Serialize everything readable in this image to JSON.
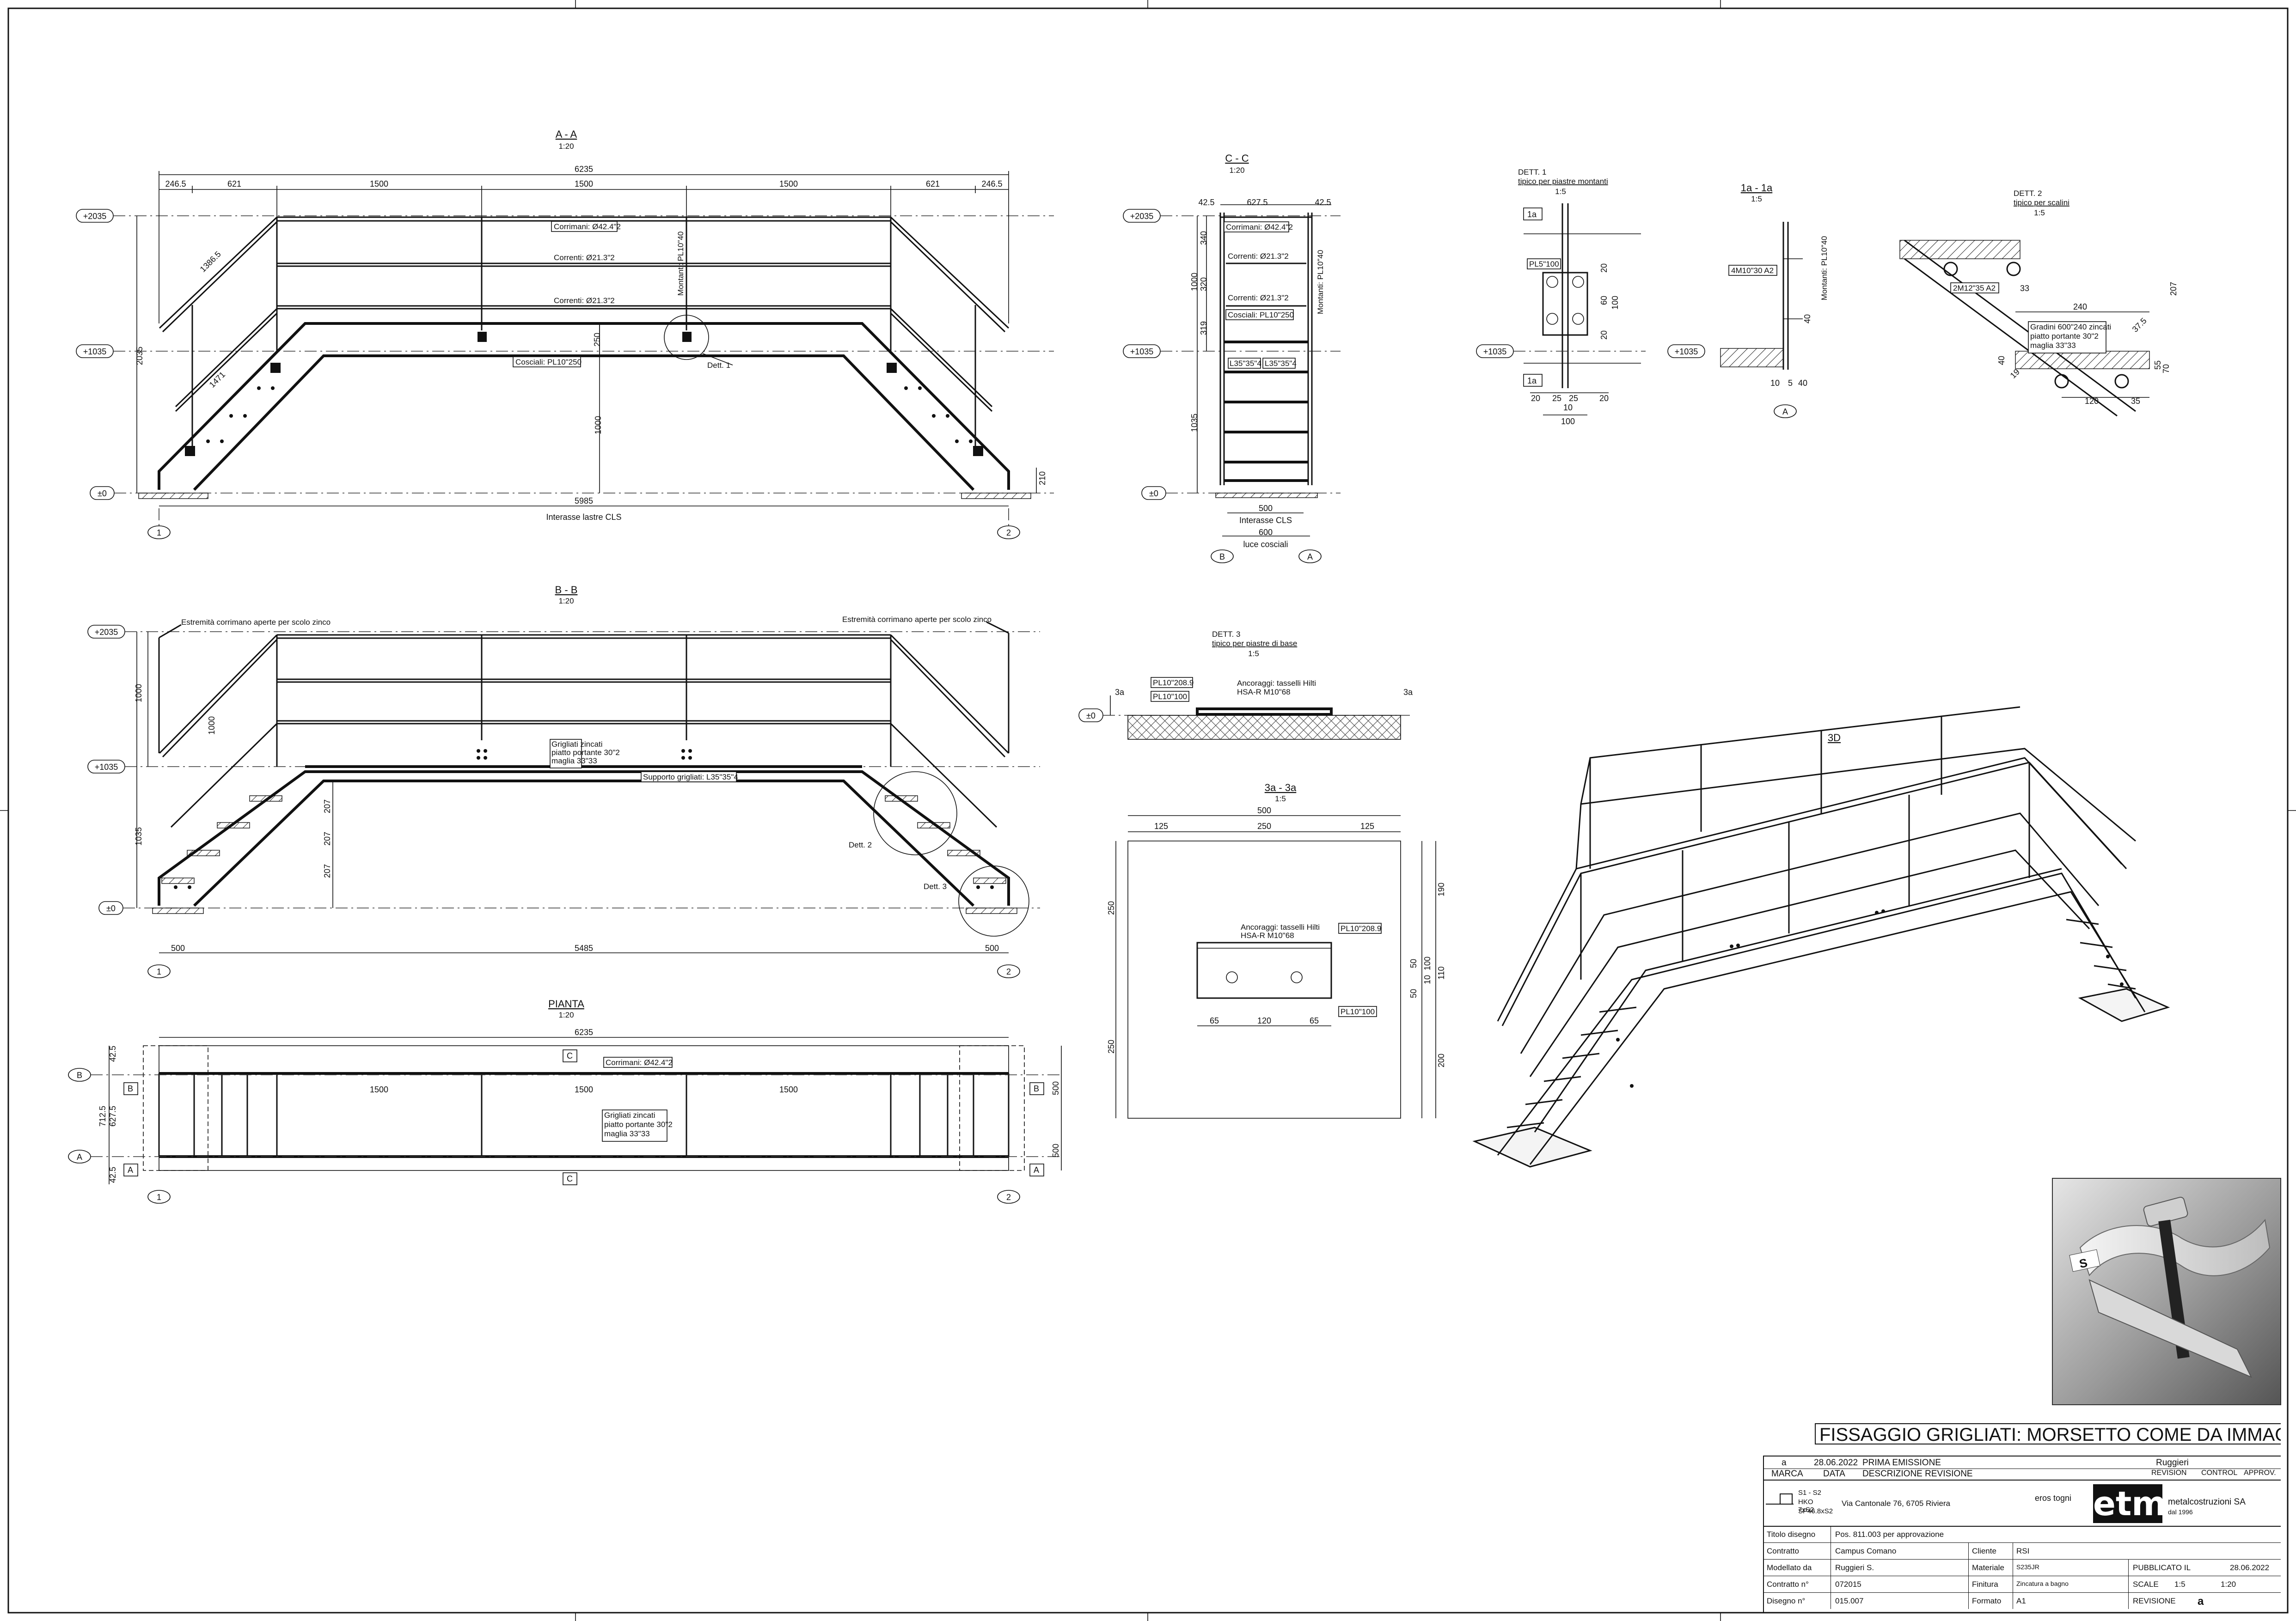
{
  "levels": {
    "top": "+2035",
    "mid": "+1035",
    "zero": "±0"
  },
  "axis_marks": {
    "one": "1",
    "two": "2",
    "a": "A",
    "b": "B",
    "c": "C"
  },
  "section_aa": {
    "title": "A - A",
    "scale": "1:20",
    "dims_top": [
      "246.5",
      "621",
      "1500",
      "1500",
      "1500",
      "621",
      "246.5"
    ],
    "total": "6235",
    "handrail_len": "1386.5",
    "stringer_len": "1471",
    "v_total": "2035",
    "v_mid": "1000",
    "v_210": "210",
    "v_250": "250",
    "bottom": "5985",
    "bottom_note": "Interasse lastre CLS",
    "labels": {
      "corrimani": "Corrimani: Ø42.4\"2",
      "correnti1": "Correnti: Ø21.3\"2",
      "correnti2": "Correnti: Ø21.3\"2",
      "cosciali": "Cosciali: PL10\"250",
      "montanti": "Montanti: PL10\"40",
      "dett1": "Dett. 1"
    }
  },
  "section_cc": {
    "title": "C - C",
    "scale": "1:20",
    "dims_top": [
      "42.5",
      "627.5",
      "42.5"
    ],
    "v_dims": [
      "340",
      "320",
      "319",
      "1000",
      "1035"
    ],
    "labels": {
      "corrimani": "Corrimani: Ø42.4\"2",
      "correnti1": "Correnti: Ø21.3\"2",
      "correnti2": "Correnti: Ø21.3\"2",
      "cosciali": "Cosciali: PL10\"250",
      "l1": "L35\"35\"4",
      "l2": "L35\"35\"4",
      "montanti": "Montanti: PL10\"40"
    },
    "bottom1": "500",
    "bottom1_note": "Interasse CLS",
    "bottom2": "600",
    "bottom2_note": "luce cosciali"
  },
  "dett1": {
    "title": "DETT. 1",
    "subtitle": "tipico per piastre montanti",
    "scale": "1:5",
    "tag": "1a",
    "plate": "PL5\"100",
    "dims_v": [
      "20",
      "60",
      "20",
      "100"
    ],
    "dims_h": [
      "20",
      "25",
      "25",
      "20"
    ],
    "dims_h2": [
      "10",
      "100"
    ]
  },
  "sec_1a": {
    "title": "1a - 1a",
    "scale": "1:5",
    "bolt": "4M10\"30 A2",
    "montanti": "Montanti: PL10\"40",
    "dims": [
      "10",
      "5",
      "40",
      "40"
    ]
  },
  "dett2": {
    "title": "DETT. 2",
    "subtitle": "tipico per scalini",
    "scale": "1:5",
    "bolt": "2M12\"35 A2",
    "dims": [
      "33",
      "240",
      "207",
      "55",
      "70",
      "40",
      "120",
      "35",
      "37.5",
      "19"
    ],
    "note": [
      "Gradini 600\"240 zincati",
      "piatto portante 30\"2",
      "maglia 33\"33"
    ]
  },
  "section_bb": {
    "title": "B - B",
    "scale": "1:20",
    "note_left": "Estremità corrimano aperte per scolo zinco",
    "note_right": "Estremità corrimano aperte per scolo zinco",
    "grating": [
      "Grigliati zincati",
      "piatto portante 30\"2",
      "maglia 33\"33"
    ],
    "support": "Supporto grigliati: L35\"35\"4",
    "v_dims": [
      "1000",
      "1000",
      "1035",
      "207",
      "207",
      "207"
    ],
    "bottom": [
      "500",
      "5485",
      "500"
    ],
    "dett2": "Dett. 2",
    "dett3": "Dett. 3"
  },
  "dett3": {
    "title": "DETT. 3",
    "subtitle": "tipico per piastre di base",
    "scale": "1:5",
    "tag": "3a",
    "pl1": "PL10\"208.9",
    "pl2": "PL10\"100",
    "anchor": [
      "Ancoraggi: tasselli Hilti",
      "HSA-R M10\"68"
    ]
  },
  "sec_3a": {
    "title": "3a - 3a",
    "scale": "1:5",
    "dims_top": [
      "500"
    ],
    "dims_top2": [
      "125",
      "250",
      "125"
    ],
    "anchor": [
      "Ancoraggi: tasselli Hilti",
      "HSA-R M10\"68"
    ],
    "pl1": "PL10\"208.9",
    "pl2": "PL10\"100",
    "dims_bot": [
      "65",
      "120",
      "65"
    ],
    "v_left": [
      "250",
      "250"
    ],
    "v_right": [
      "190",
      "10",
      "50",
      "100",
      "110",
      "50",
      "200"
    ]
  },
  "pianta": {
    "title": "PIANTA",
    "scale": "1:20",
    "total": "6235",
    "spans": [
      "1500",
      "1500",
      "1500"
    ],
    "corrimani": "Corrimani: Ø42.4\"2",
    "grating": [
      "Grigliati zincati",
      "piatto portante 30\"2",
      "maglia 33\"33"
    ],
    "v_dims": [
      "42.5",
      "627.5",
      "712.5",
      "42.5"
    ],
    "right_dims": [
      "500",
      "500"
    ]
  },
  "view3d": {
    "title": "3D"
  },
  "photo": {
    "badge": "S"
  },
  "title_block": {
    "heading": "FISSAGGIO GRIGLIATI: MORSETTO COME DA IMMAGINE SOPRA",
    "rev_row": {
      "letter": "a",
      "date": "28.06.2022",
      "desc": "PRIMA EMISSIONE",
      "by": "Ruggieri"
    },
    "hdr": {
      "marca": "MARCA",
      "data": "DATA",
      "descr": "DESCRIZIONE REVISIONE",
      "revision": "REVISION",
      "control": "CONTROL",
      "approv": "APPROV."
    },
    "weld": [
      "S1 - S2",
      "HKO 7xS2",
      "SP46.8xS2"
    ],
    "company": {
      "address": "Via Cantonale 76, 6705 Riviera",
      "person": "eros togni",
      "logo": "etm",
      "name": "metalcostruzioni SA",
      "since": "dal 1996"
    },
    "rows": [
      {
        "k": "Titolo disegno",
        "v": "Pos. 811.003 per approvazione"
      },
      {
        "k": "Contratto",
        "v": "Campus Comano",
        "k2": "Cliente",
        "v2": "RSI"
      },
      {
        "k": "Modellato da",
        "v": "Ruggieri S.",
        "k2": "Materiale",
        "v2": "S235JR",
        "k3": "PUBBLICATO IL",
        "v3": "28.06.2022"
      },
      {
        "k": "Contratto n°",
        "v": "072015",
        "k2": "Finitura",
        "v2": "Zincatura a bagno",
        "k3": "SCALE",
        "v3": "1:5",
        "v4": "1:20"
      },
      {
        "k": "Disegno n°",
        "v": "015.007",
        "k2": "Formato",
        "v2": "A1",
        "k3": "REVISIONE",
        "v3": "a"
      }
    ]
  }
}
